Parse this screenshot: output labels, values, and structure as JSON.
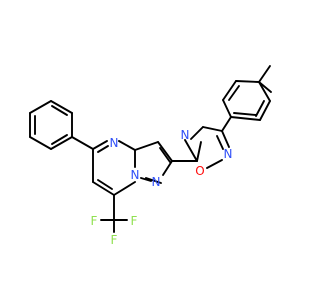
{
  "colors": {
    "bond": "#000000",
    "nitrogen": "#3050f8",
    "oxygen": "#ff0d0d",
    "fluorine": "#90e050",
    "background": "#ffffff"
  },
  "labels": {
    "n_pyrimidine": "N",
    "n_bridge": "N",
    "n_pyrazole": "N",
    "n_oxadiazole_4": "N",
    "o_oxadiazole": "O",
    "n_oxadiazole_2": "N",
    "f_left": "F",
    "f_right": "F",
    "f_bottom": "F"
  }
}
